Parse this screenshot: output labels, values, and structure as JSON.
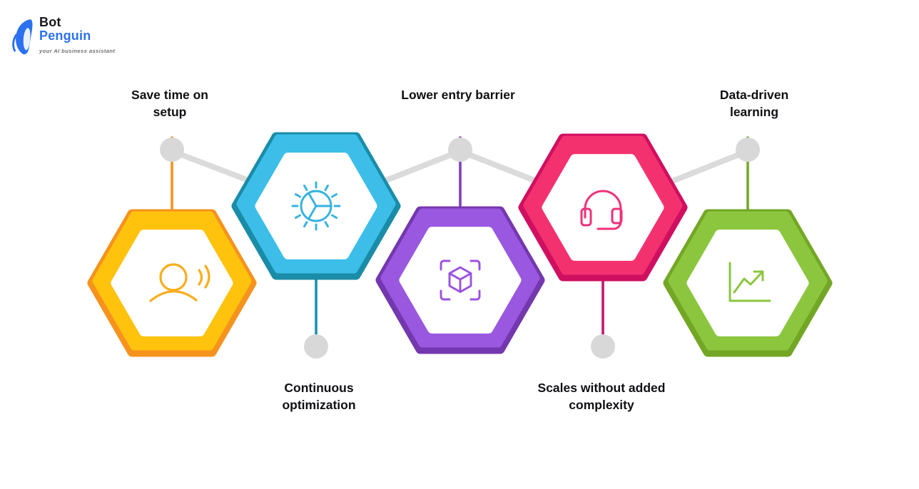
{
  "background": "#ffffff",
  "logo": {
    "brand_top": "Bot",
    "brand_bottom": "Penguin",
    "tagline": "your AI business assistant",
    "brand_color": "#2b71f0",
    "text_color": "#17171c"
  },
  "connector": {
    "link_color": "#dbdbdb",
    "node_color": "#d8d8d8"
  },
  "items": [
    {
      "id": "save-time-on-setup",
      "label": "Save time on\nsetup",
      "label_position": "top",
      "icon": "user-voice-icon",
      "band_color": "#ffc20d",
      "edge_color": "#f6921e",
      "icon_color": "#f9ad1c",
      "stem_color": "#f6921e"
    },
    {
      "id": "continuous-optimization",
      "label": "Continuous\noptimization",
      "label_position": "bottom",
      "icon": "gear-segments-icon",
      "band_color": "#3cbee9",
      "edge_color": "#1a8ca8",
      "icon_color": "#35b2df",
      "stem_color": "#1e8fb0"
    },
    {
      "id": "lower-entry-barrier",
      "label": "Lower entry barrier",
      "label_position": "top",
      "icon": "cube-scan-icon",
      "band_color": "#9a58e0",
      "edge_color": "#7438ae",
      "icon_color": "#9b51e0",
      "stem_color": "#7e3fc0"
    },
    {
      "id": "scales-without-added-complexity",
      "label": "Scales without added\ncomplexity",
      "label_position": "bottom",
      "icon": "headset-icon",
      "band_color": "#f4316f",
      "edge_color": "#cf0f60",
      "icon_color": "#f0307a",
      "stem_color": "#c4156e"
    },
    {
      "id": "data-driven-learning",
      "label": "Data-driven\nlearning",
      "label_position": "top",
      "icon": "growth-chart-icon",
      "band_color": "#8cc63e",
      "edge_color": "#73a625",
      "icon_color": "#8cc63f",
      "stem_color": "#75a928"
    }
  ]
}
